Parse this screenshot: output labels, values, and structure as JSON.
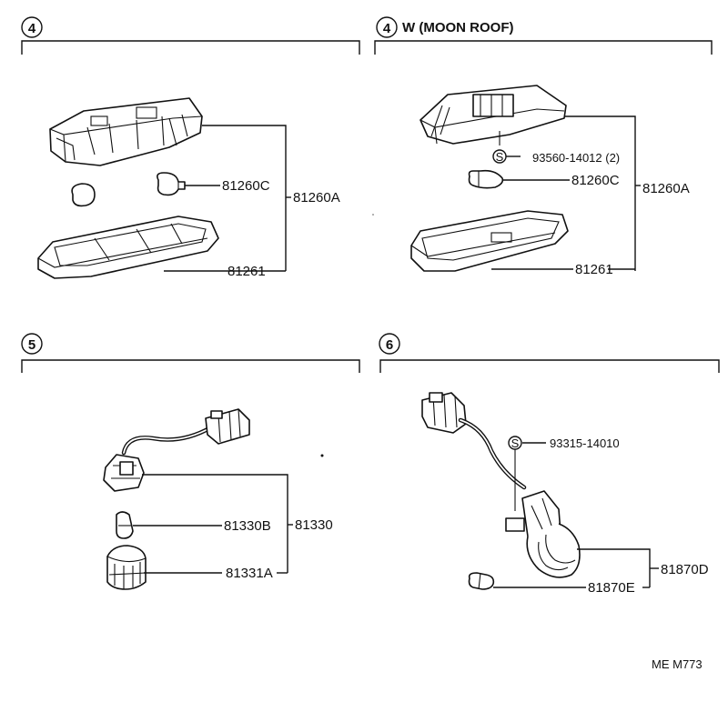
{
  "sections": {
    "top_left": {
      "number": "4",
      "title": ""
    },
    "top_right": {
      "number": "4",
      "title": "W (MOON  ROOF)"
    },
    "mid_left": {
      "number": "5",
      "title": ""
    },
    "mid_right": {
      "number": "6",
      "title": ""
    }
  },
  "parts": {
    "p1_bulb": "81260C",
    "p1_assy": "81260A",
    "p1_lens": "81261",
    "p2_screw_symbol": "S",
    "p2_screw": "93560-14012 (2)",
    "p2_bulb": "81260C",
    "p2_assy": "81260A",
    "p2_lens": "81261",
    "p3_bulb": "81330B",
    "p3_assy": "81330",
    "p3_socket": "81331A",
    "p4_screw_symbol": "S",
    "p4_screw": "93315-14010",
    "p4_assy": "81870D",
    "p4_bulb": "81870E"
  },
  "footer": {
    "code": "ME  M773"
  }
}
